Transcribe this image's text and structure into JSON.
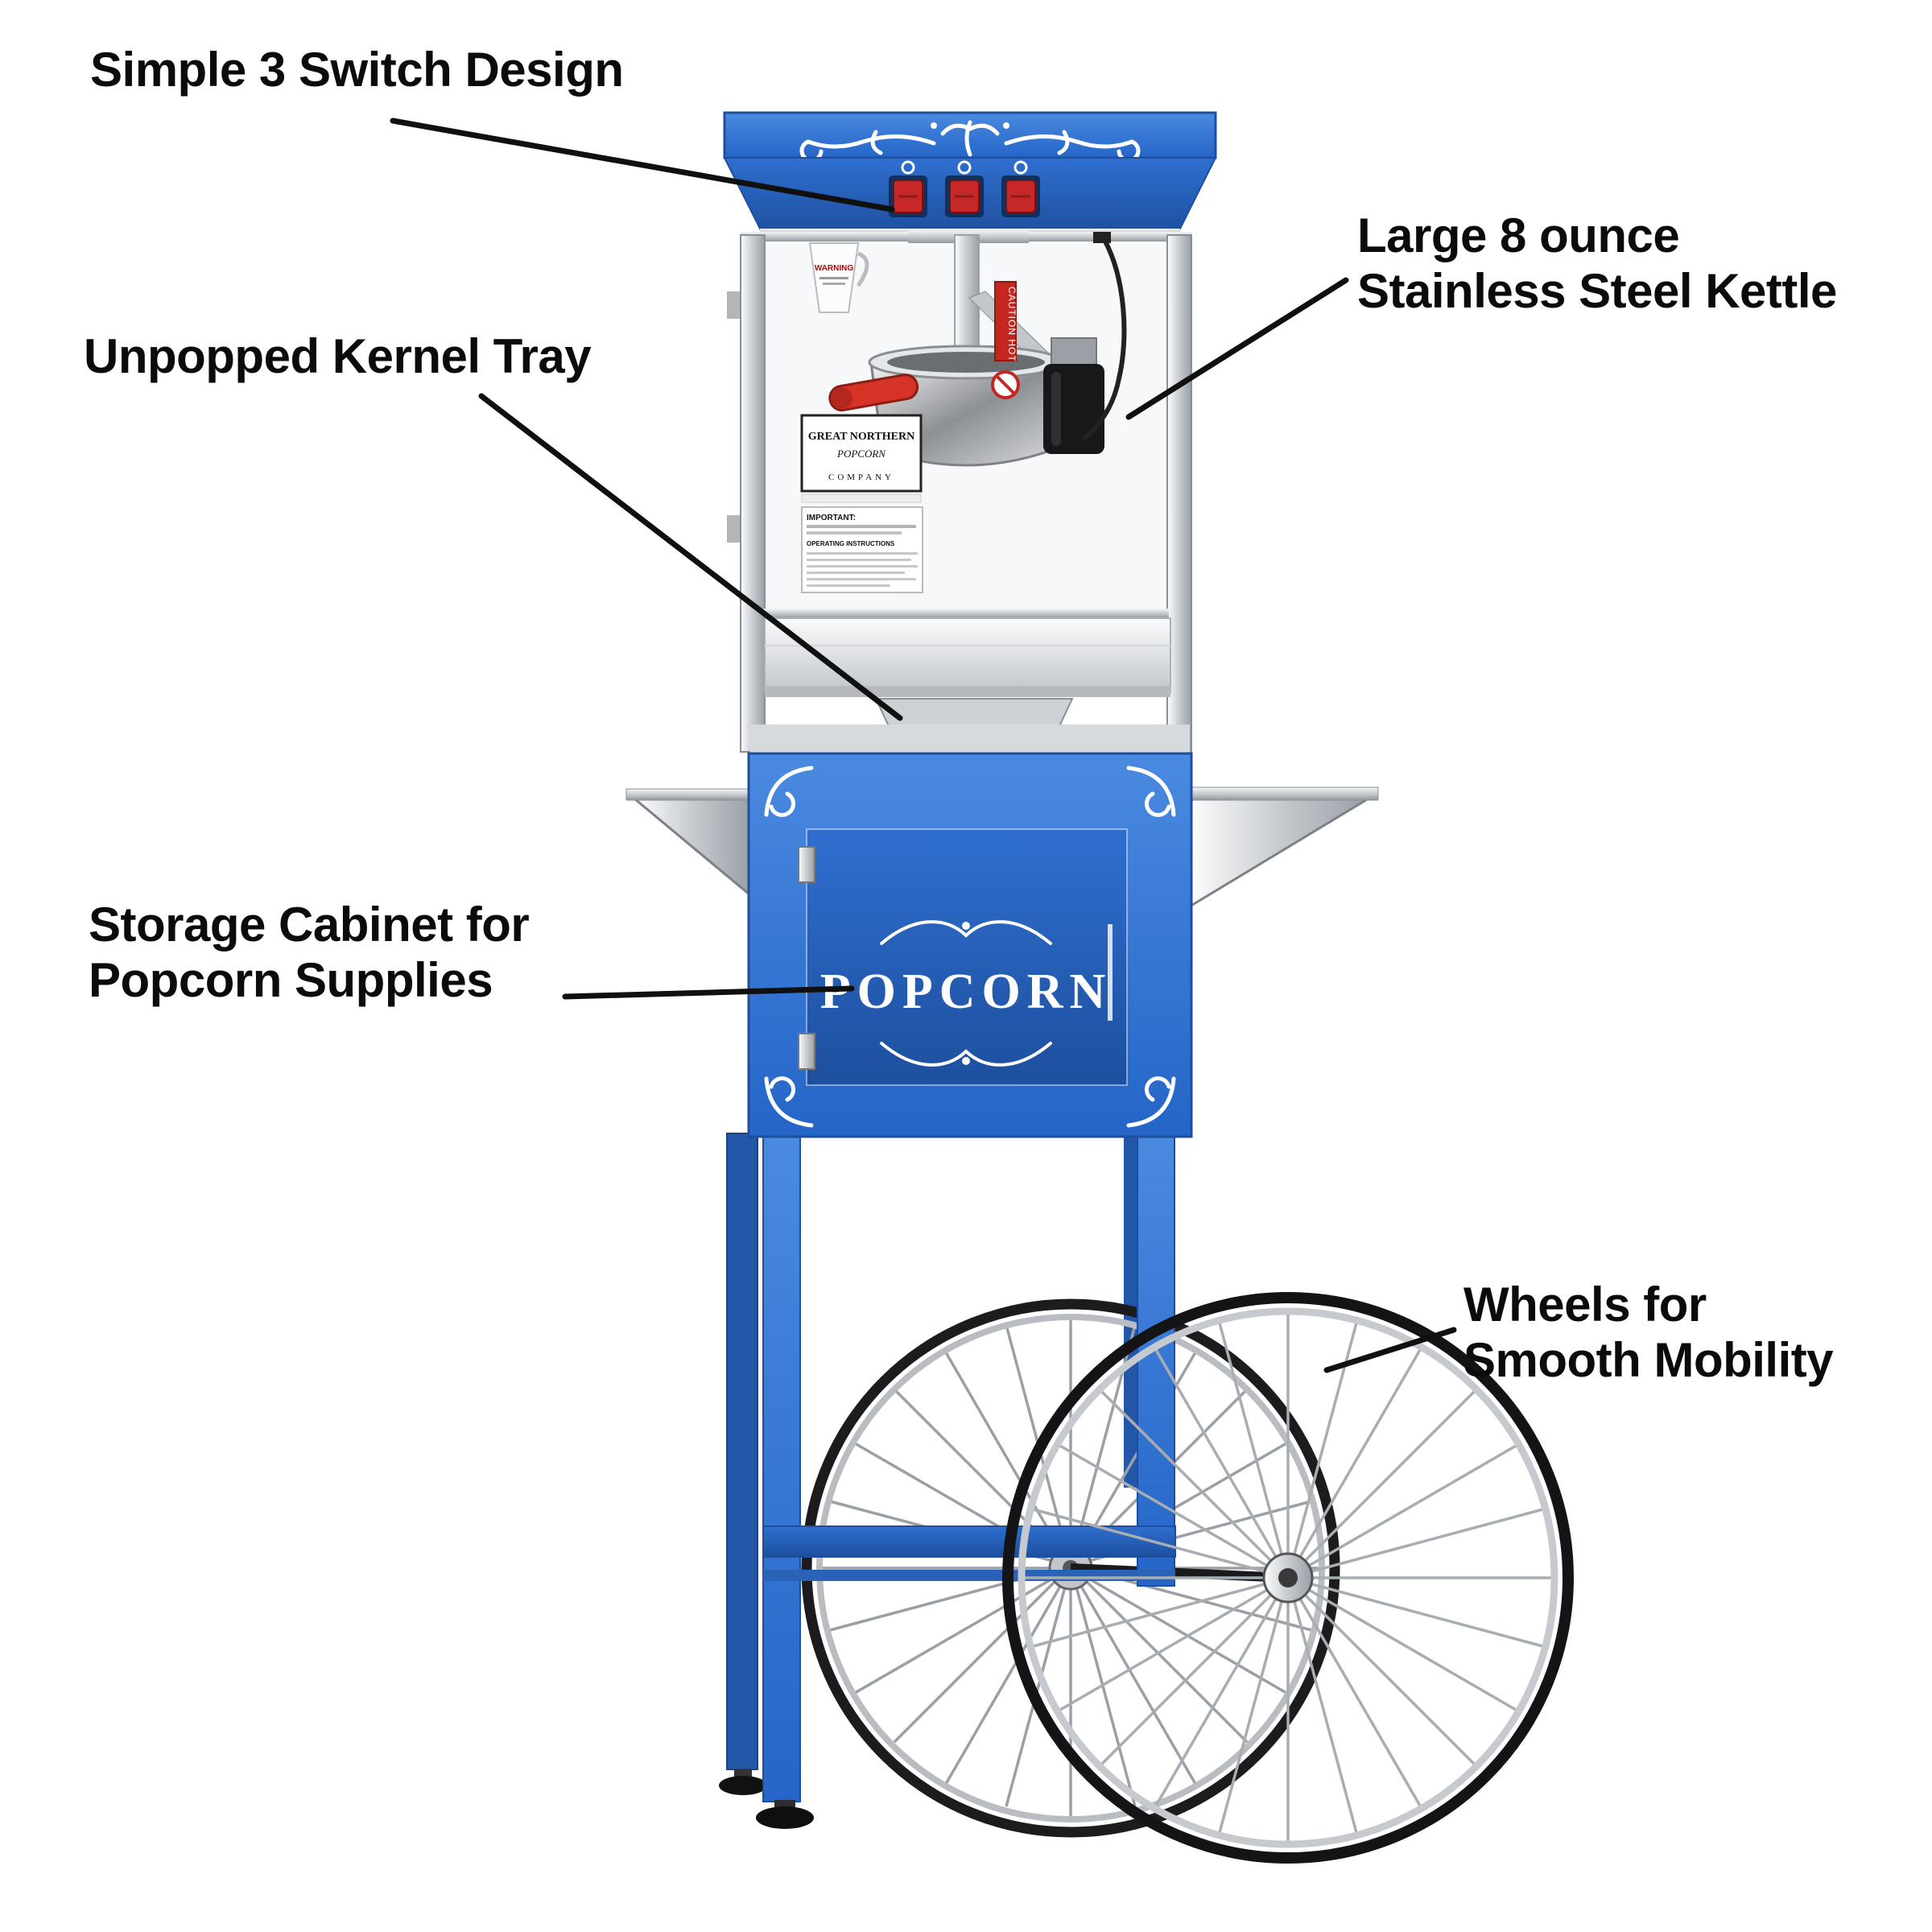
{
  "callouts": {
    "switches": {
      "text": "Simple 3 Switch Design"
    },
    "kettle": {
      "line1": "Large 8 ounce",
      "line2": "Stainless Steel Kettle"
    },
    "tray": {
      "text": "Unpopped Kernel Tray"
    },
    "cabinet": {
      "line1": "Storage Cabinet for",
      "line2": "Popcorn Supplies"
    },
    "wheels": {
      "line1": "Wheels for",
      "line2": "Smooth Mobility"
    }
  },
  "machine": {
    "door_text": "POPCORN",
    "brand": {
      "line1": "GREAT NORTHERN",
      "line2": "POPCORN",
      "line3": "COMPANY"
    },
    "stickers": {
      "warning": "WARNING",
      "caution": "CAUTION HOT",
      "instructions_heading": "IMPORTANT:",
      "instructions_subheading": "OPERATING INSTRUCTIONS"
    }
  },
  "colors": {
    "machine_blue": "#2e6ecb",
    "machine_blue_dark": "#1d4f9e",
    "switch_red": "#c62828",
    "callout_text": "#0b0b0b",
    "steel": "#c7cbd0",
    "background": "#ffffff"
  }
}
